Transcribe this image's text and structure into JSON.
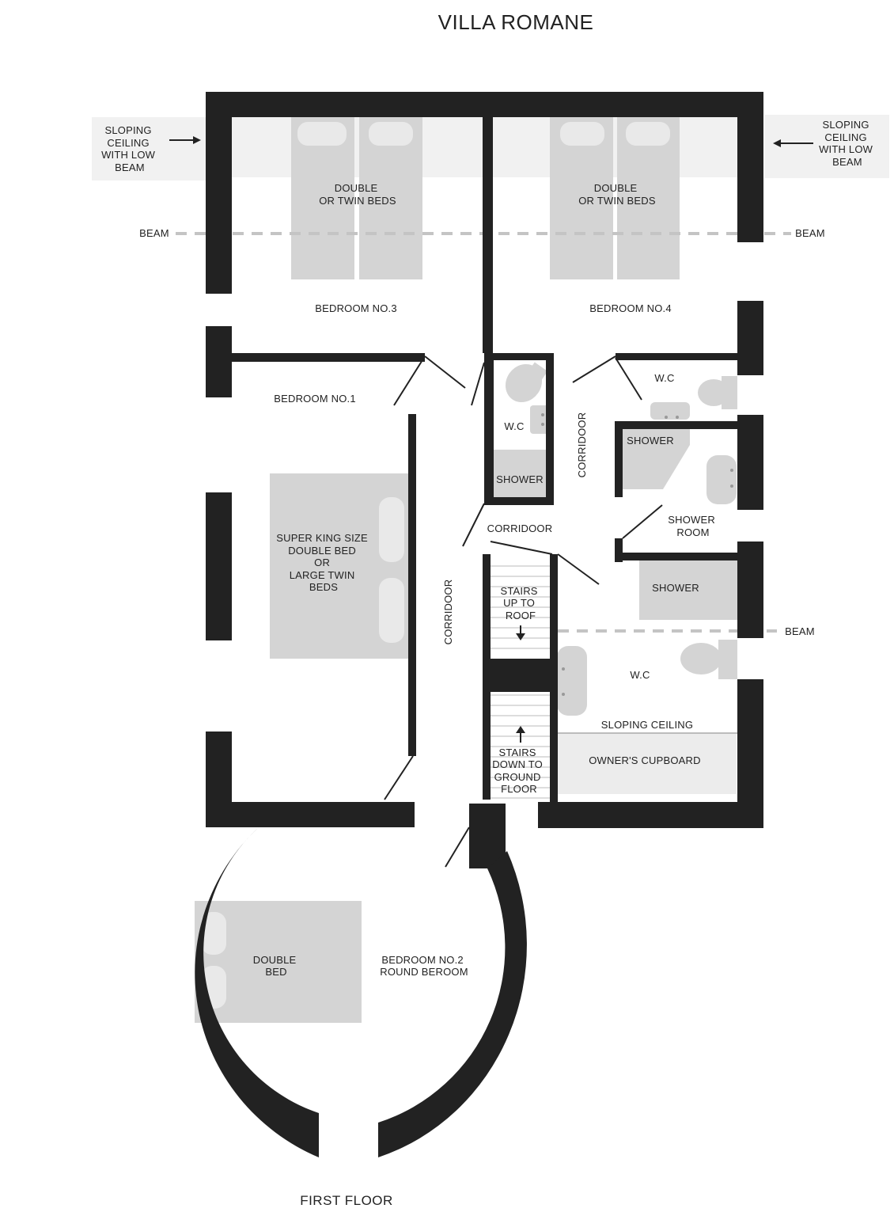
{
  "title": "VILLA ROMANE",
  "floor_label": "FIRST FLOOR",
  "notes": {
    "sloping_left": [
      "SLOPING",
      "CEILING",
      "WITH LOW",
      "BEAM"
    ],
    "sloping_right": [
      "SLOPING",
      "CEILING",
      "WITH LOW",
      "BEAM"
    ],
    "beam": "BEAM",
    "sloping_ceiling": "SLOPING CEILING"
  },
  "rooms": {
    "bedroom3": "BEDROOM NO.3",
    "bedroom4": "BEDROOM NO.4",
    "bedroom1": "BEDROOM NO.1",
    "bedroom2": [
      "BEDROOM NO.2",
      "ROUND BEROOM"
    ],
    "wc": "W.C",
    "shower": "SHOWER",
    "shower_room": [
      "SHOWER",
      "ROOM"
    ],
    "corridor": "CORRIDOOR",
    "stairs_up": [
      "STAIRS",
      "UP TO",
      "ROOF"
    ],
    "stairs_down": [
      "STAIRS",
      "DOWN TO",
      "GROUND",
      "FLOOR"
    ],
    "owners_cupboard": "OWNER'S CUPBOARD"
  },
  "furniture": {
    "twin_beds": [
      "DOUBLE",
      "OR TWIN BEDS"
    ],
    "super_king": [
      "SUPER KING SIZE",
      "DOUBLE BED",
      "OR",
      "LARGE TWIN",
      "BEDS"
    ],
    "double_bed": [
      "DOUBLE",
      "BED"
    ]
  },
  "colors": {
    "wall": "#222222",
    "furniture": "#d4d4d4",
    "sloping_band": "#f1f1f1",
    "beam": "#c4c4c4"
  }
}
